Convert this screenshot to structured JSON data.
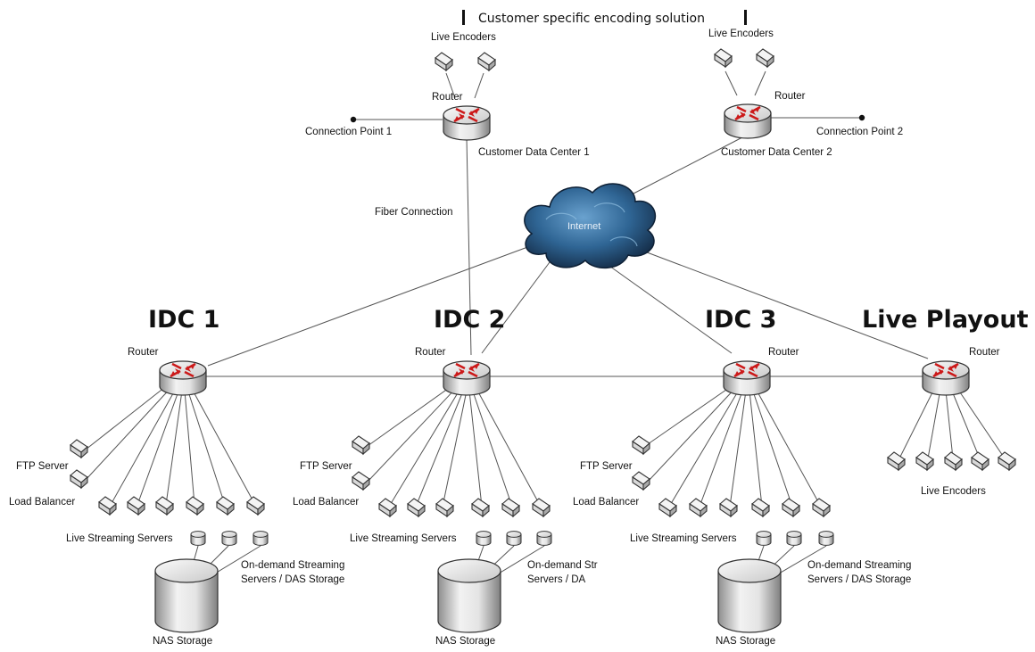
{
  "header": {
    "caption": "Customer specific encoding solution"
  },
  "customer_sites": [
    {
      "encoders": "Live Encoders",
      "router": "Router",
      "connection_point": "Connection Point 1",
      "site": "Customer Data Center 1"
    },
    {
      "encoders": "Live Encoders",
      "router": "Router",
      "connection_point": "Connection Point 2",
      "site": "Customer Data Center 2"
    }
  ],
  "fiber_label": "Fiber Connection",
  "internet_label": "Internet",
  "idcs": [
    {
      "title": "IDC 1",
      "router": "Router",
      "ftp": "FTP Server",
      "lb": "Load Balancer",
      "live": "Live Streaming Servers",
      "ondemand1": "On-demand Streaming",
      "ondemand2": "Servers / DAS Storage",
      "nas": "NAS Storage"
    },
    {
      "title": "IDC 2",
      "router": "Router",
      "ftp": "FTP Server",
      "lb": "Load Balancer",
      "live": "Live Streaming Servers",
      "ondemand1": "On-demand Str",
      "ondemand2": "Servers / DA",
      "nas": "NAS Storage"
    },
    {
      "title": "IDC 3",
      "router": "Router",
      "ftp": "FTP Server",
      "lb": "Load Balancer",
      "live": "Live Streaming Servers",
      "ondemand1": "On-demand Streaming",
      "ondemand2": "Servers / DAS Storage",
      "nas": "NAS Storage"
    }
  ],
  "playout": {
    "title": "Live Playout",
    "router": "Router",
    "encoders": "Live Encoders"
  },
  "colors": {
    "router_arrow": "#cc1a1a",
    "cloud_dark": "#15304f",
    "cloud_light": "#4d87b8",
    "line": "#555555"
  }
}
